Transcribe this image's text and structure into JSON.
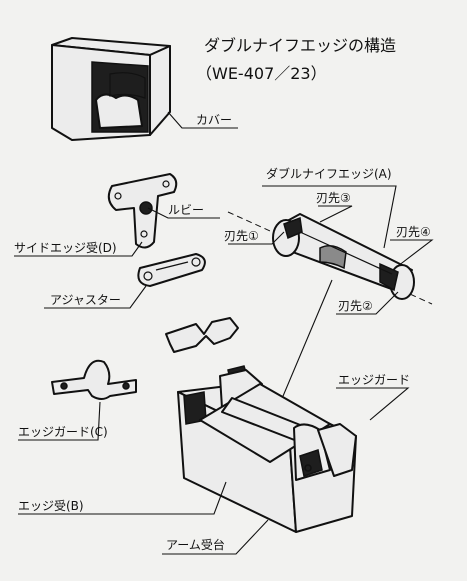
{
  "title": "ダブルナイフエッジの構造",
  "subtitle": "（WE-407／23）",
  "labels": {
    "cover": "カバー",
    "double_knife_edge": "ダブルナイフエッジ(A)",
    "tip3": "刃先③",
    "ruby": "ルビー",
    "tip1": "刃先①",
    "tip4": "刃先④",
    "side_edge_holder": "サイドエッジ受(D)",
    "adjuster": "アジャスター",
    "tip2": "刃先②",
    "edge_guard": "エッジガード",
    "edge_guard_c": "エッジガード(C)",
    "edge_holder_b": "エッジ受(B)",
    "arm_base": "アーム受台"
  }
}
